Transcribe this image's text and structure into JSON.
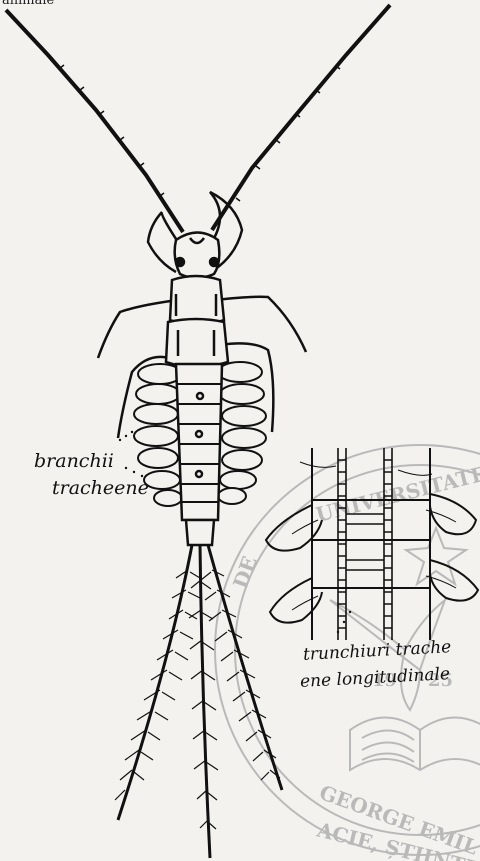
{
  "header_fragment": "animale",
  "labels": {
    "branchii_line1": "branchii",
    "branchii_line2": "tracheene",
    "trunchiuri_line1": "trunchiuri trache",
    "trunchiuri_line2": "ene longitudinale"
  },
  "stamp": {
    "top_text": "UNIVERSITATEA",
    "left_text": "DE",
    "bottom_text": "GEORGE EMIL",
    "bottom_text_2": "ACIE, ȘTIINȚE ȘI T",
    "year_left": "19",
    "year_right": "25"
  },
  "colors": {
    "ink": "#111111",
    "stamp": "#b9b9b9",
    "paper": "#f4f2ee"
  }
}
